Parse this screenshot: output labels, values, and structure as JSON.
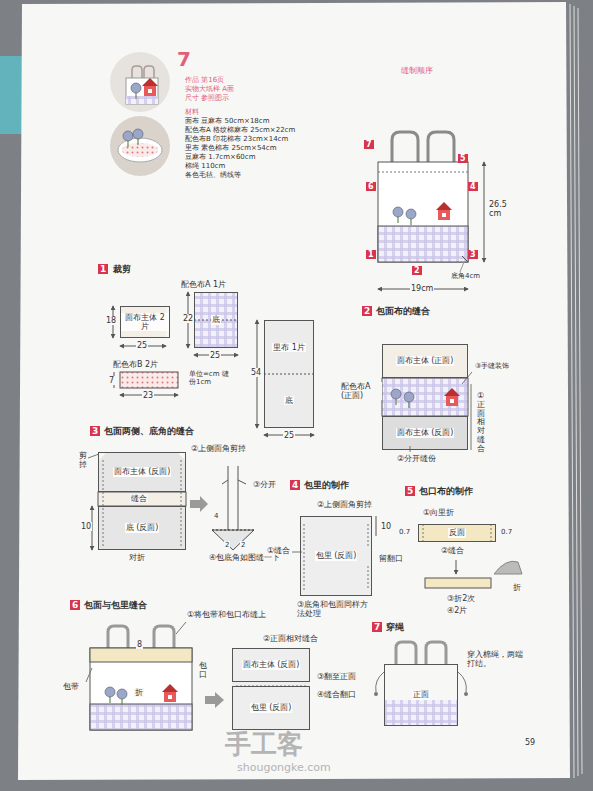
{
  "diagram": {
    "nodes": [
      {
        "text": [
          "面布主体 2片"
        ]
      },
      {
        "text": [
          "底"
        ]
      },
      {
        "text": [
          "里布 1片",
          "底"
        ]
      },
      {
        "text": [
          "面布主体 (正面)"
        ]
      },
      {
        "text": [
          "面布主体 (反面)"
        ]
      },
      {
        "text": [
          "面布主体 (反面)"
        ]
      },
      {
        "text": [
          "底 (反面)"
        ]
      },
      {
        "text": [
          "包里 (反面)"
        ]
      },
      {
        "text": [
          "反面"
        ]
      },
      {
        "text": [
          "面布主体 (反面)"
        ]
      },
      {
        "text": [
          "包里 (反面)"
        ]
      },
      {
        "text": [
          "正面"
        ]
      }
    ],
    "labels": [
      "7",
      "作品 第16页",
      "实物大纸样 A面",
      "尺寸 参照图示",
      "材料",
      "面布 豆麻布 50cm×18cm",
      "配色布A 格纹棉麻布 25cm×22cm",
      "配色布B 印花棉布 23cm×14cm",
      "里布 素色棉布 25cm×54cm",
      "豆麻布 1.7cm×60cm",
      "棉绳 110cm",
      "各色毛毡、绣线等",
      "缝制顺序",
      "7",
      "5",
      "6",
      "4",
      "1",
      "2",
      "3",
      "26.5 cm",
      "19cm",
      "底角4cm",
      "1",
      "裁剪",
      "18",
      "25",
      "配色布A 1片",
      "22",
      "25",
      "配色布B 2片",
      "7",
      "23",
      "单位=cm 缝份1cm",
      "54",
      "25",
      "2",
      "包面布的缝合",
      "配色布A (正面)",
      "③手缝装饰",
      "①正面相对缝合",
      "②分开缝份",
      "3",
      "包面两侧、底角的缝合",
      "剪掉",
      "②上侧面角剪掉",
      "缝合",
      "10",
      "对折",
      "③分开",
      "2",
      "2",
      "4",
      "④包底角如图缝一下",
      "4",
      "包里的制作",
      "②上侧面角剪掉",
      "10",
      "①缝合",
      "留翻口",
      "③底角和包面同样方法处理",
      "5",
      "包口布的制作",
      "①向里折",
      "0.7",
      "0.7",
      "②缝合",
      "折",
      "③折2次",
      "④2片",
      "6",
      "包面与包里缝合",
      "①将包带和包口布缝上",
      "8",
      "包带",
      "包口",
      "折",
      "②正面相对缝合",
      "③翻至正面",
      "④缝合翻口",
      "7",
      "穿绳",
      "穿入棉绳，两端打结。",
      "59",
      "手工客",
      "shougongke.com"
    ]
  }
}
